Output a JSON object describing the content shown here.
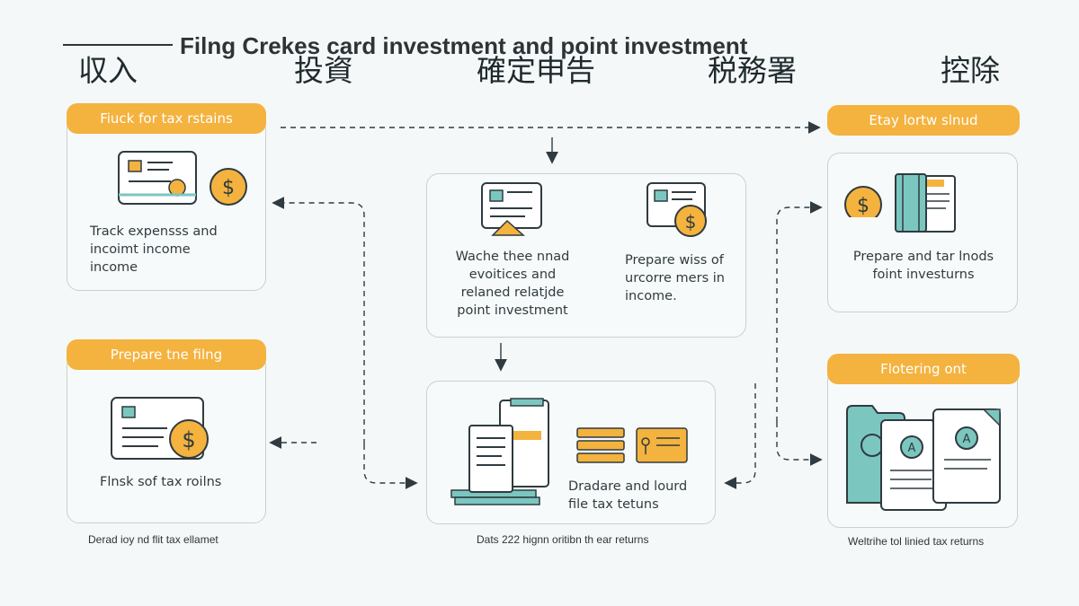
{
  "title": "Filng Crekes card investment and point investment",
  "headers": [
    "収入",
    "投資",
    "確定申告",
    "税務署",
    "控除"
  ],
  "cards": {
    "c1": {
      "tag": "Fiuck for tax rstains",
      "text": "Track expensss and\nincoimt income\nincome"
    },
    "c2": {
      "tag": "Prepare tne filng",
      "text": "Flnsk sof tax roilns",
      "caption": "Derad ioy nd flit tax ellamet"
    },
    "c3": {
      "left_text": "Wache thee nnad\nevoitices and\nrelaned relatjde\npoint investment",
      "right_text": "Prepare wiss of\nurcorre mers in\nincome."
    },
    "c4": {
      "text": "Dradare and lourd\nfile tax tetuns",
      "caption": "Dats 222 hignn oritibn th ear returns"
    },
    "c5": {
      "tag": "Etay lortw slnud",
      "text": "Prepare and tar lnods\nfoint investurns"
    },
    "c6": {
      "tag": "Flotering ont",
      "caption": "Weltrihe tol linied tax returns"
    }
  },
  "icons": [
    "dollar-coin",
    "id-card",
    "document",
    "binder",
    "folder"
  ],
  "colors": {
    "accent": "#f4b23e",
    "teal": "#7cc6c0",
    "border": "#c5d2d4",
    "background": "#f5f8f8"
  }
}
